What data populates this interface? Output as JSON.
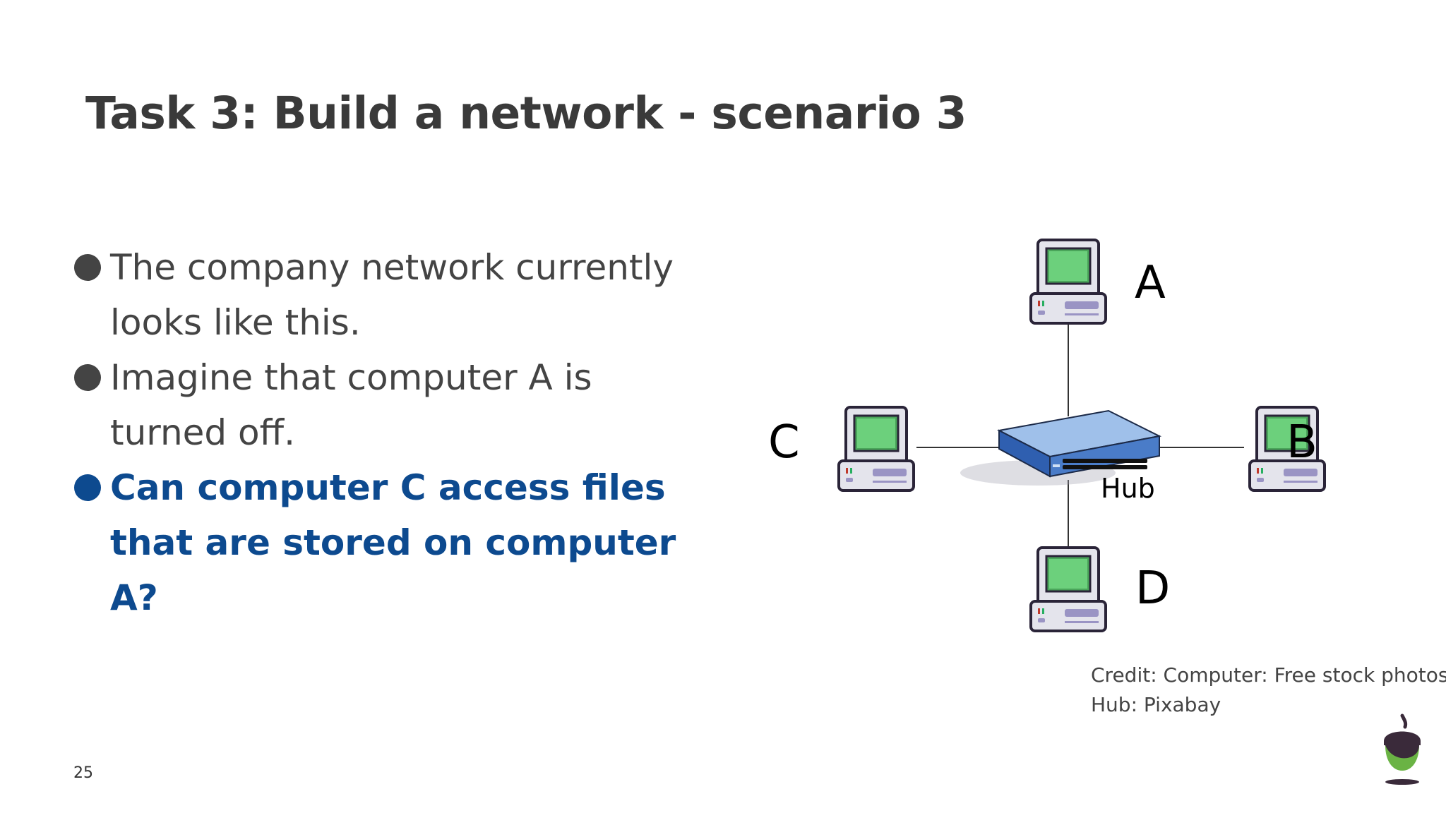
{
  "slide": {
    "title": "Task 3: Build a network - scenario 3",
    "bullets": [
      "The company network currently looks like this.",
      "Imagine that computer A is turned off.",
      "Can computer C access files that are stored on computer A?"
    ],
    "page_number": "25",
    "colors": {
      "title": "#3a3a3a",
      "body_text": "#444444",
      "highlight": "#0d4a8f",
      "logo_green": "#6ab344",
      "logo_dark": "#3a2a3a"
    }
  },
  "diagram": {
    "nodes": {
      "a": "A",
      "b": "B",
      "c": "C",
      "d": "D"
    },
    "hub_label": "Hub",
    "icons": [
      "computer-icon",
      "network-hub-icon"
    ]
  },
  "credit": {
    "line1": "Credit:  Computer: Free stock photos",
    "line2": "Hub: Pixabay"
  }
}
